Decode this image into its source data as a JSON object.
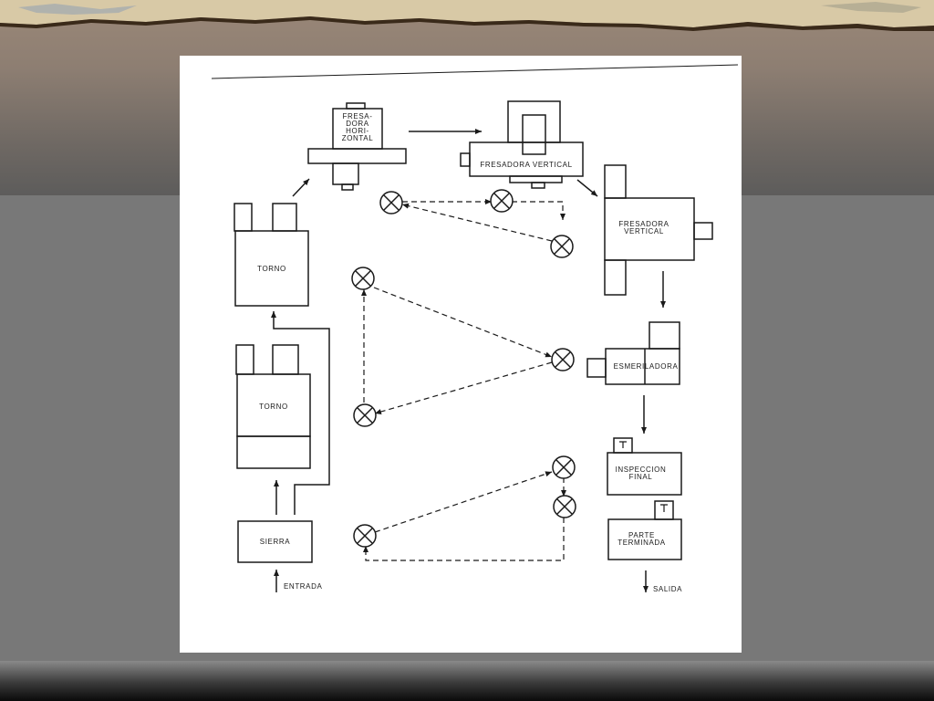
{
  "diagram": {
    "labels": {
      "fresadora_horizontal": "FRESA-\nDORA\nHORI-\nZONTAL",
      "fresadora_vertical_top": "FRESADORA VERTICAL",
      "fresadora_vertical_right": "FRESADORA\nVERTICAL",
      "torno_top": "TORNO",
      "torno_bottom": "TORNO",
      "esmeriladora": "ESMERILADORA",
      "inspeccion_final": "INSPECCION\nFINAL",
      "parte_terminada": "PARTE\nTERMINADA",
      "sierra": "SIERRA",
      "entrada": "ENTRADA",
      "salida": "SALIDA"
    }
  },
  "colors": {
    "line": "#1a1a1a",
    "paper": "#ffffff",
    "slide_background": "#787878"
  }
}
